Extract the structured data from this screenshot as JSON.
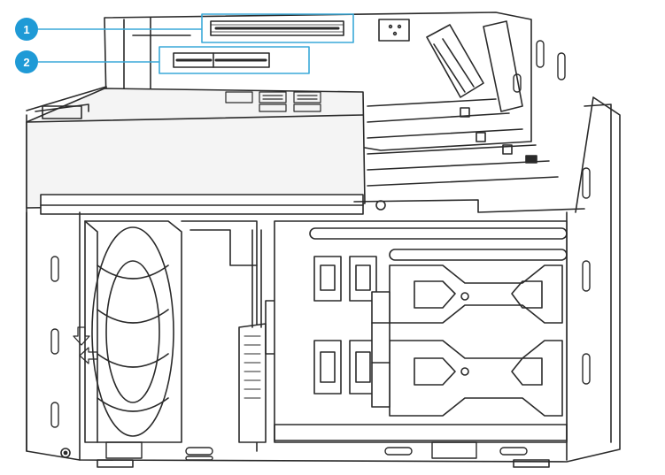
{
  "callouts": [
    {
      "number": "1",
      "target": "pcie-slot-upper"
    },
    {
      "number": "2",
      "target": "pcie-slot-lower"
    }
  ],
  "colors": {
    "callout_fill": "#1f9ad6",
    "callout_line": "#3aa9d8",
    "drawing_stroke": "#2a2a2a",
    "panel_fill": "#f4f4f4",
    "background": "#ffffff"
  },
  "icons": [
    "arrow-down-icon",
    "arrow-left-icon",
    "fan-icon",
    "drive-tray-icon"
  ]
}
